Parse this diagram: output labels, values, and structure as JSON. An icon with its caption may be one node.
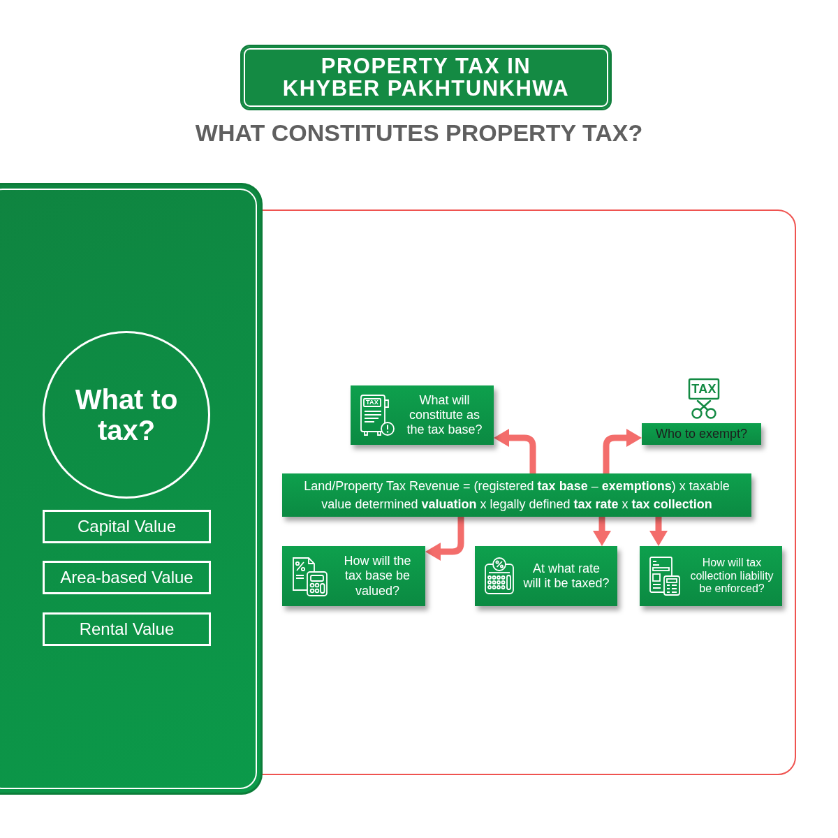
{
  "diagram": {
    "title": "PROPERTY TAX IN KHYBER PAKHTUNKHWA",
    "nodes": [
      {
        "text": [
          "What to tax?"
        ]
      },
      {
        "text": [
          "Capital Value"
        ]
      },
      {
        "text": [
          "Area-based Value"
        ]
      },
      {
        "text": [
          "Rental Value"
        ]
      },
      {
        "text": [
          "What will constitute as the tax base?"
        ]
      },
      {
        "text": [
          "Who to exempt?"
        ]
      },
      {
        "text": [
          "Land/Property Tax Revenue = (registered **tax base** – **exemptions**) x taxable value determined **valuation** x legally defined **tax rate** x **tax collection**"
        ]
      },
      {
        "text": [
          "How will the tax base be valued?"
        ]
      },
      {
        "text": [
          "At what rate will it be taxed?"
        ]
      },
      {
        "text": [
          "How will tax collection liability be enforced?"
        ]
      }
    ],
    "edges": [
      {
        "from": 6,
        "to": 4,
        "arrow": "to"
      },
      {
        "from": 6,
        "to": 5,
        "arrow": "to"
      },
      {
        "from": 6,
        "to": 7,
        "arrow": "to"
      },
      {
        "from": 6,
        "to": 8,
        "arrow": "to"
      },
      {
        "from": 6,
        "to": 9,
        "arrow": "to"
      }
    ],
    "labels": [
      "WHAT CONSTITUTES PROPERTY TAX?",
      "TAX",
      "TAX"
    ]
  }
}
